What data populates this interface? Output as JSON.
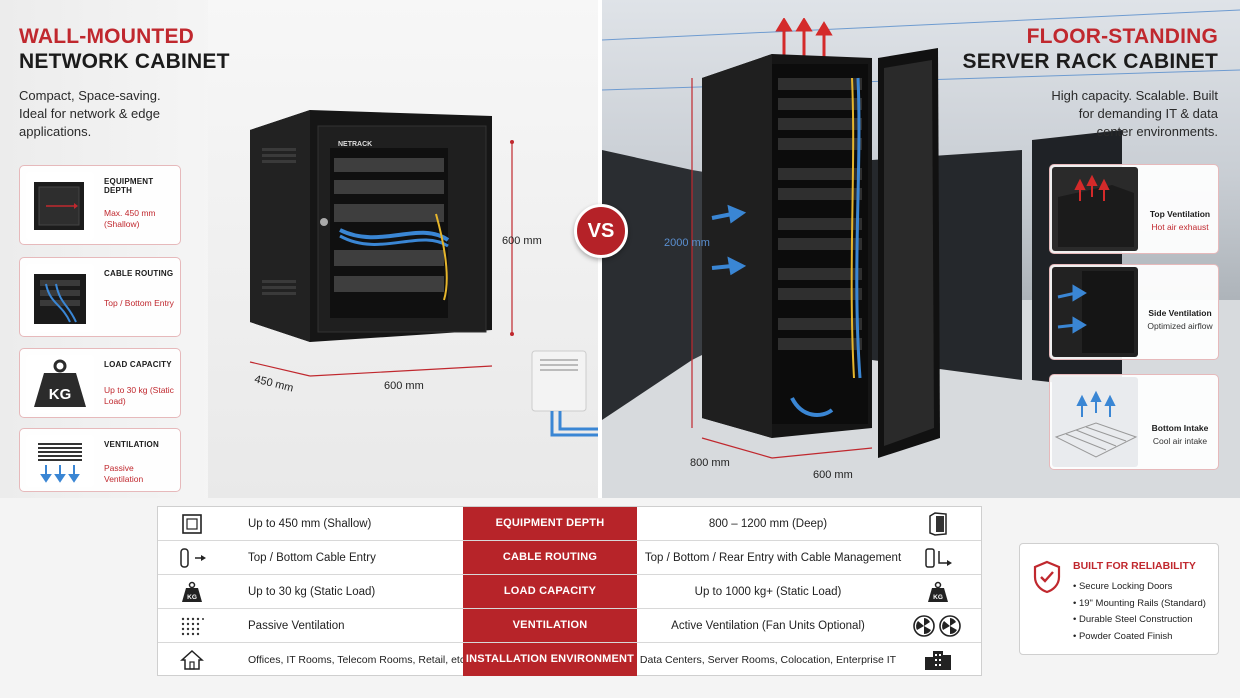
{
  "left": {
    "title_red": "WALL-MOUNTED",
    "title_dark": "NETWORK CABINET",
    "description": "Compact, Space-saving. Ideal for network & edge applications.",
    "brand": "NETRACK",
    "features": [
      {
        "title": "EQUIPMENT DEPTH",
        "sub": "Max. 450 mm (Shallow)",
        "icon": "cabinet-depth-icon"
      },
      {
        "title": "CABLE ROUTING",
        "sub": "Top / Bottom Entry",
        "icon": "cable-routing-icon"
      },
      {
        "title": "LOAD CAPACITY",
        "sub": "Up to 30 kg (Static Load)",
        "icon": "kg-weight-icon",
        "icon_text": "KG"
      },
      {
        "title": "VENTILATION",
        "sub": "Passive Ventilation",
        "icon": "ventilation-grill-icon"
      }
    ],
    "dims": {
      "height": "600 mm",
      "depth": "450 mm",
      "width": "600 mm"
    }
  },
  "vs": "VS",
  "right": {
    "title_red": "FLOOR-STANDING",
    "title_dark": "SERVER RACK CABINET",
    "description": "High capacity. Scalable. Built for demanding IT & data center environments.",
    "features": [
      {
        "title": "Top Ventilation",
        "sub": "Hot air exhaust",
        "icon": "top-ventilation-icon"
      },
      {
        "title": "Side Ventilation",
        "sub": "Optimized airflow",
        "icon": "side-ventilation-icon"
      },
      {
        "title": "Bottom Intake",
        "sub": "Cool air intake",
        "icon": "bottom-intake-icon"
      }
    ],
    "dims": {
      "height": "2000 mm",
      "depth": "800 mm",
      "width": "600 mm"
    }
  },
  "table": {
    "rows": [
      {
        "left": "Up to 450 mm (Shallow)",
        "label": "EQUIPMENT DEPTH",
        "right": "800 – 1200 mm (Deep)",
        "icon_l": "shallow-cabinet-icon",
        "icon_r": "deep-cabinet-icon"
      },
      {
        "left": "Top / Bottom Cable Entry",
        "label": "CABLE ROUTING",
        "right": "Top / Bottom / Rear Entry with Cable Management",
        "icon_l": "cable-entry-icon",
        "icon_r": "cable-management-icon"
      },
      {
        "left": "Up to 30 kg (Static Load)",
        "label": "LOAD CAPACITY",
        "right": "Up to 1000 kg+ (Static Load)",
        "icon_l": "kg-icon",
        "icon_r": "kg-icon",
        "icon_text": "KG"
      },
      {
        "left": "Passive Ventilation",
        "label": "VENTILATION",
        "right": "Active Ventilation (Fan Units Optional)",
        "icon_l": "vent-grid-icon",
        "icon_r": "fan-icon"
      },
      {
        "left": "Offices, IT Rooms, Telecom Rooms, Retail, etc.",
        "label": "INSTALLATION ENVIRONMENT",
        "right": "Data Centers, Server Rooms, Colocation, Enterprise IT",
        "icon_l": "house-icon",
        "icon_r": "building-icon"
      }
    ]
  },
  "reliability": {
    "title": "BUILT FOR RELIABILITY",
    "items": [
      "Secure Locking Doors",
      "19\" Mounting Rails (Standard)",
      "Durable Steel Construction",
      "Powder Coated Finish"
    ]
  },
  "colors": {
    "accent": "#b72429",
    "title_red": "#c0282e",
    "airflow_blue": "#3a86d4"
  }
}
